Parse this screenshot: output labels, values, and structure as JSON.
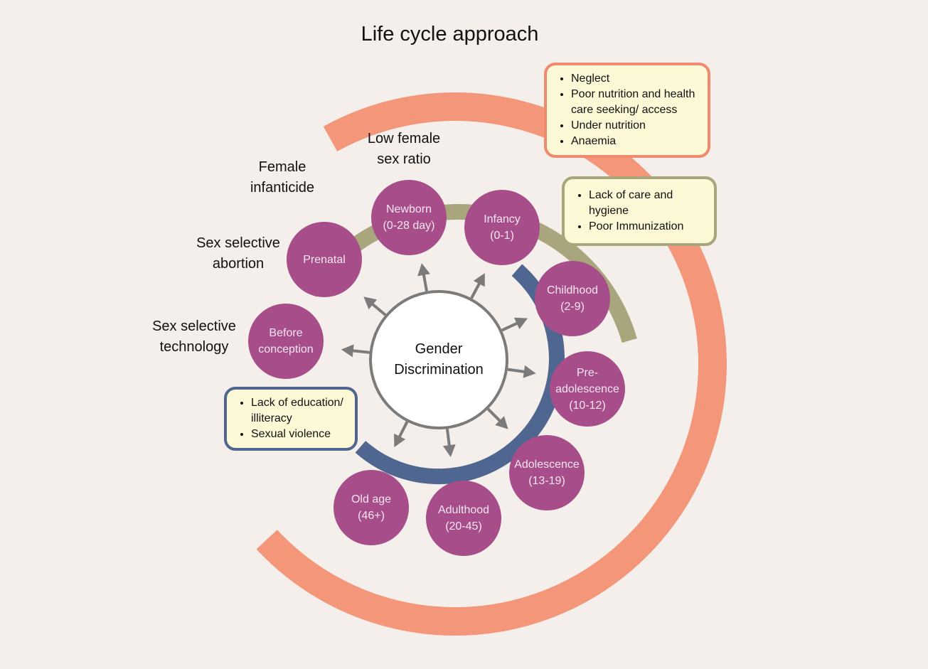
{
  "title": "Life cycle approach",
  "center": {
    "line1": "Gender",
    "line2": "Discrimination"
  },
  "colors": {
    "background": "#f4efea",
    "stage_fill": "#a64d8a",
    "outer_arc": "#f4967a",
    "middle_arc": "#a9a57c",
    "inner_arc": "#4f6790",
    "arrow": "#7b7b7b",
    "box_fill": "#fdf8d6"
  },
  "stages": [
    {
      "id": "before-conception",
      "line1": "Before",
      "line2": "conception"
    },
    {
      "id": "prenatal",
      "line1": "Prenatal",
      "line2": ""
    },
    {
      "id": "newborn",
      "line1": "Newborn",
      "line2": "(0-28 day)"
    },
    {
      "id": "infancy",
      "line1": "Infancy",
      "line2": "(0-1)"
    },
    {
      "id": "childhood",
      "line1": "Childhood",
      "line2": "(2-9)"
    },
    {
      "id": "pre-adolescence",
      "line1": "Pre-",
      "line2": "adolescence",
      "line3": "(10-12)"
    },
    {
      "id": "adolescence",
      "line1": "Adolescence",
      "line2": "(13-19)"
    },
    {
      "id": "adulthood",
      "line1": "Adulthood",
      "line2": "(20-45)"
    },
    {
      "id": "old-age",
      "line1": "Old age",
      "line2": "(46+)"
    }
  ],
  "outer_labels": {
    "sex_selective_technology": {
      "line1": "Sex selective",
      "line2": "technology"
    },
    "sex_selective_abortion": {
      "line1": "Sex selective",
      "line2": "abortion"
    },
    "female_infanticide": {
      "line1": "Female",
      "line2": "infanticide"
    },
    "low_female_sex_ratio": {
      "line1": "Low female",
      "line2": "sex ratio"
    }
  },
  "boxes": {
    "outer": {
      "items": [
        "Neglect",
        "Poor nutrition and health care seeking/ access",
        "Under nutrition",
        "Anaemia"
      ]
    },
    "middle": {
      "items": [
        "Lack of care and hygiene",
        "Poor Immunization"
      ]
    },
    "inner": {
      "items": [
        "Lack of education/ illiteracy",
        "Sexual violence"
      ]
    }
  }
}
